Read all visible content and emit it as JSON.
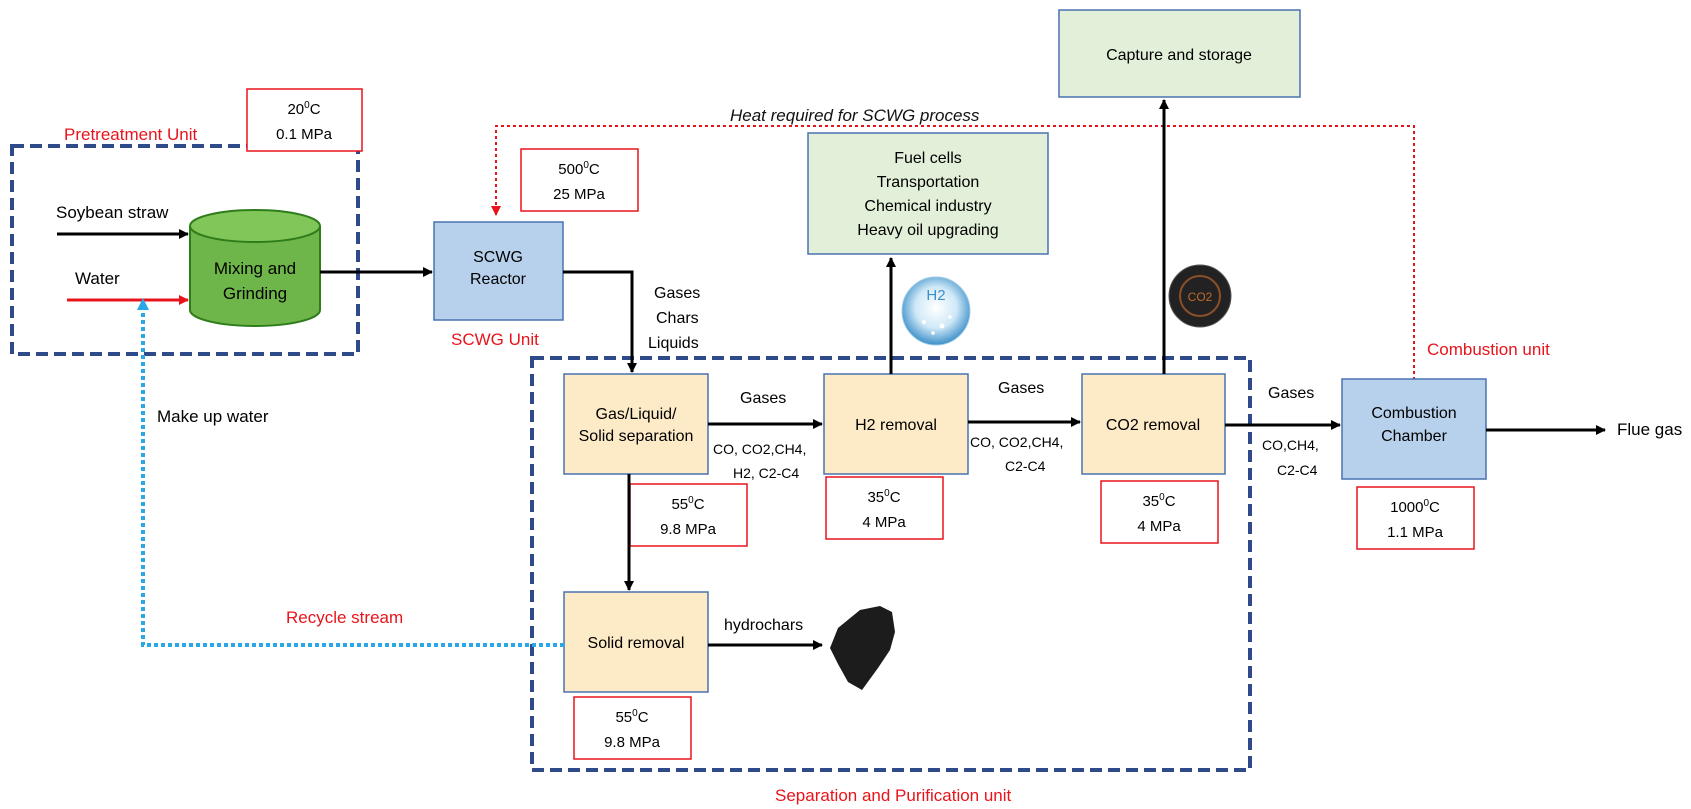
{
  "colors": {
    "red": "#e8141b",
    "navy": "#2e4a8a",
    "blue_fill": "#b7d1ec",
    "blue_stroke": "#4a72b0",
    "yellow_fill": "#fdebc8",
    "green_fill": "#e2efd9",
    "cyl_fill": "#6fb64a",
    "cyl_stroke": "#2e7d1a",
    "recycle": "#2aa7e6"
  },
  "units": {
    "pretreatment": "Pretreatment Unit",
    "scwg": "SCWG Unit",
    "separation": "Separation and Purification unit",
    "combustion": "Combustion unit"
  },
  "inputs": {
    "soybean": "Soybean straw",
    "water": "Water",
    "makeup": "Make up water"
  },
  "nodes": {
    "mixing": [
      "Mixing and",
      "Grinding"
    ],
    "reactor": [
      "SCWG",
      "Reactor"
    ],
    "gls": [
      "Gas/Liquid/",
      "Solid separation"
    ],
    "h2": "H2 removal",
    "co2": "CO2 removal",
    "solid": "Solid removal",
    "combustion": [
      "Combustion",
      "Chamber"
    ],
    "capture": "Capture and storage",
    "uses": [
      "Fuel cells",
      "Transportation",
      "Chemical industry",
      "Heavy oil upgrading"
    ]
  },
  "conditions": {
    "pre": {
      "temp": "20",
      "pressure": "0.1 MPa"
    },
    "reactor": {
      "temp": "500",
      "pressure": "25 MPa"
    },
    "gls": {
      "temp": "55",
      "pressure": "9.8 MPa"
    },
    "solid": {
      "temp": "55",
      "pressure": "9.8 MPa"
    },
    "h2": {
      "temp": "35",
      "pressure": "4 MPa"
    },
    "co2": {
      "temp": "35",
      "pressure": "4 MPa"
    },
    "combustion": {
      "temp": "1000",
      "pressure": "1.1 MPa"
    },
    "temp_unit": "C",
    "degree": "0"
  },
  "streams": {
    "reactor_out": [
      "Gases",
      "Chars",
      "Liquids"
    ],
    "gases": "Gases",
    "hydrochars": "hydrochars",
    "flue": "Flue gas",
    "recycle": "Recycle stream",
    "heat": "Heat required for SCWG process"
  },
  "compositions": {
    "gls_line1": "CO, CO2,CH4,",
    "gls_line2": "H2, C2-C4",
    "h2_line1": "CO, CO2,CH4,",
    "h2_line2": "C2-C4",
    "co2_line1": "CO,CH4,",
    "co2_line2": "C2-C4"
  },
  "icons": {
    "h2_badge": "H2",
    "co2_badge": "CO2"
  }
}
